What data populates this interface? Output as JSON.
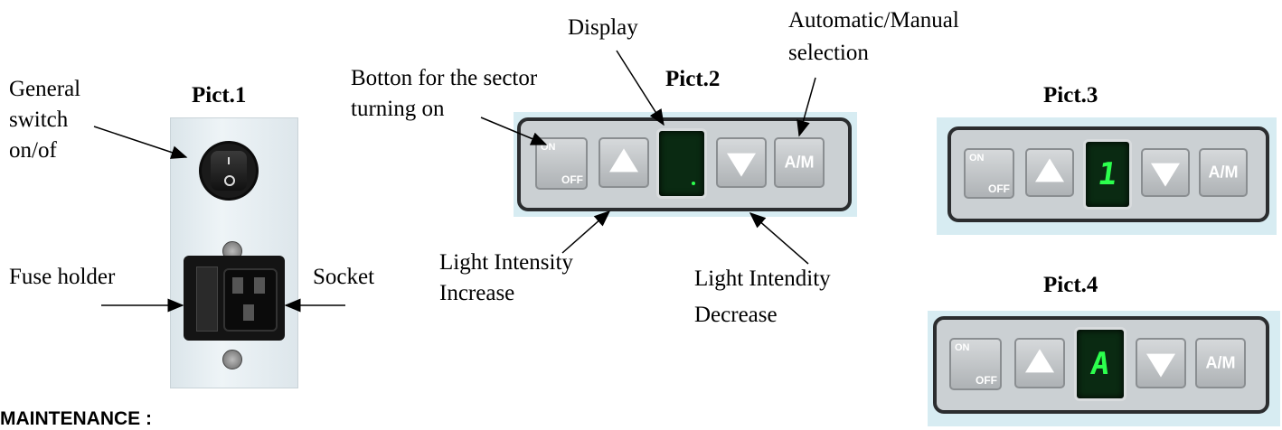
{
  "pict1": {
    "title": "Pict.1",
    "labels": {
      "general_switch_line1": "General",
      "general_switch_line2": "switch",
      "general_switch_line3": "on/of",
      "fuse_holder": "Fuse holder",
      "socket": "Socket"
    }
  },
  "pict2": {
    "title": "Pict.2",
    "labels": {
      "display": "Display",
      "auto_manual_line1": "Automatic/Manual",
      "auto_manual_line2": "selection",
      "sector_button_line1": "Botton for the sector",
      "sector_button_line2": "turning on",
      "increase_line1": "Light Intensity",
      "increase_line2": "Increase",
      "decrease_line1": "Light Intendity",
      "decrease_line2": "Decrease"
    },
    "display_value": ""
  },
  "pict3": {
    "title": "Pict.3",
    "display_value": "1"
  },
  "pict4": {
    "title": "Pict.4",
    "display_value": "A"
  },
  "keypad": {
    "on_label": "ON",
    "off_label": "OFF",
    "am_label": "A/M"
  },
  "footer": {
    "heading": "MAINTENANCE :"
  },
  "icons": {
    "power": "rocker-switch-icon",
    "up": "triangle-up-icon",
    "down": "triangle-down-icon"
  }
}
